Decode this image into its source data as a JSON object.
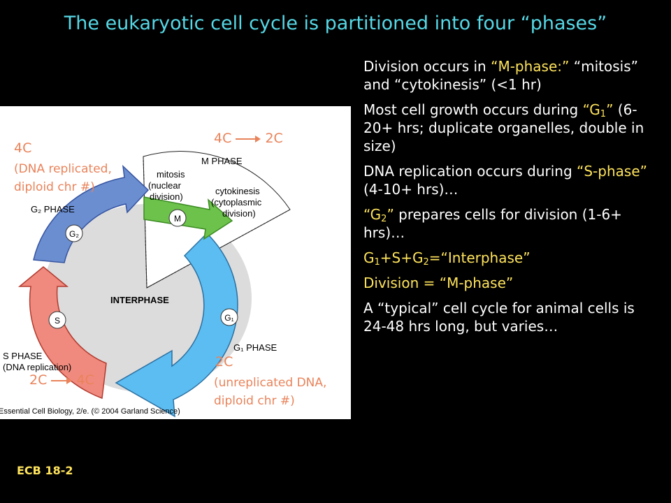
{
  "title": "The eukaryotic cell cycle is partitioned into four “phases”",
  "figure": {
    "phases": {
      "m": "M PHASE",
      "g2": "G₂ PHASE",
      "s": "S PHASE",
      "s_sub": "(DNA replication)",
      "g1": "G₁ PHASE",
      "interphase": "INTERPHASE"
    },
    "segments": {
      "m": "M",
      "g2": "G₂",
      "s": "S",
      "g1": "G₁"
    },
    "mitosis": [
      "mitosis",
      "(nuclear",
      "division)"
    ],
    "cytokinesis": [
      "cytokinesis",
      "(cytoplasmic",
      "division)"
    ],
    "credit": "Essential Cell Biology, 2/e. (© 2004 Garland Science)",
    "colors": {
      "m": "#6cc24a",
      "g2": "#6b8ed1",
      "s": "#f08a7e",
      "g1": "#5cbdf2"
    }
  },
  "annotations": {
    "top_left_line1": "4C",
    "top_left_line2": "(DNA replicated,",
    "top_left_line3": "diploid chr #)",
    "top_center_from": "4C",
    "top_center_to": "2C",
    "bottom_left_from": "2C",
    "bottom_left_to": "4C",
    "bottom_right_line1": "2C",
    "bottom_right_line2": "(unreplicated DNA,",
    "bottom_right_line3": "diploid chr #)"
  },
  "bullets": {
    "b1_a": "Division occurs in ",
    "b1_b": "“M-phase:”",
    "b1_c": " “mitosis” and “cytokinesis” (<1 hr)",
    "b2_a": "Most cell growth occurs during ",
    "b2_b": "“G",
    "b2_sub": "1",
    "b2_c": "”",
    "b2_d": " (6-20+ hrs; duplicate organelles, double in size)",
    "b3_a": "DNA replication occurs during ",
    "b3_b": "“S-phase”",
    "b3_c": " (4-10+ hrs)…",
    "b4_a": "“G",
    "b4_sub": "2",
    "b4_b": "”",
    "b4_c": " prepares cells for division (1-6+ hrs)…",
    "b5_a": "G",
    "b5_sub1": "1",
    "b5_b": "+S+G",
    "b5_sub2": "2",
    "b5_c": "=“Interphase”",
    "b6_a": "Division = ",
    "b6_b": "“M-phase”",
    "b7": "A “typical” cell cycle for animal cells is 24-48 hrs long, but varies…"
  },
  "reference": "ECB 18-2"
}
